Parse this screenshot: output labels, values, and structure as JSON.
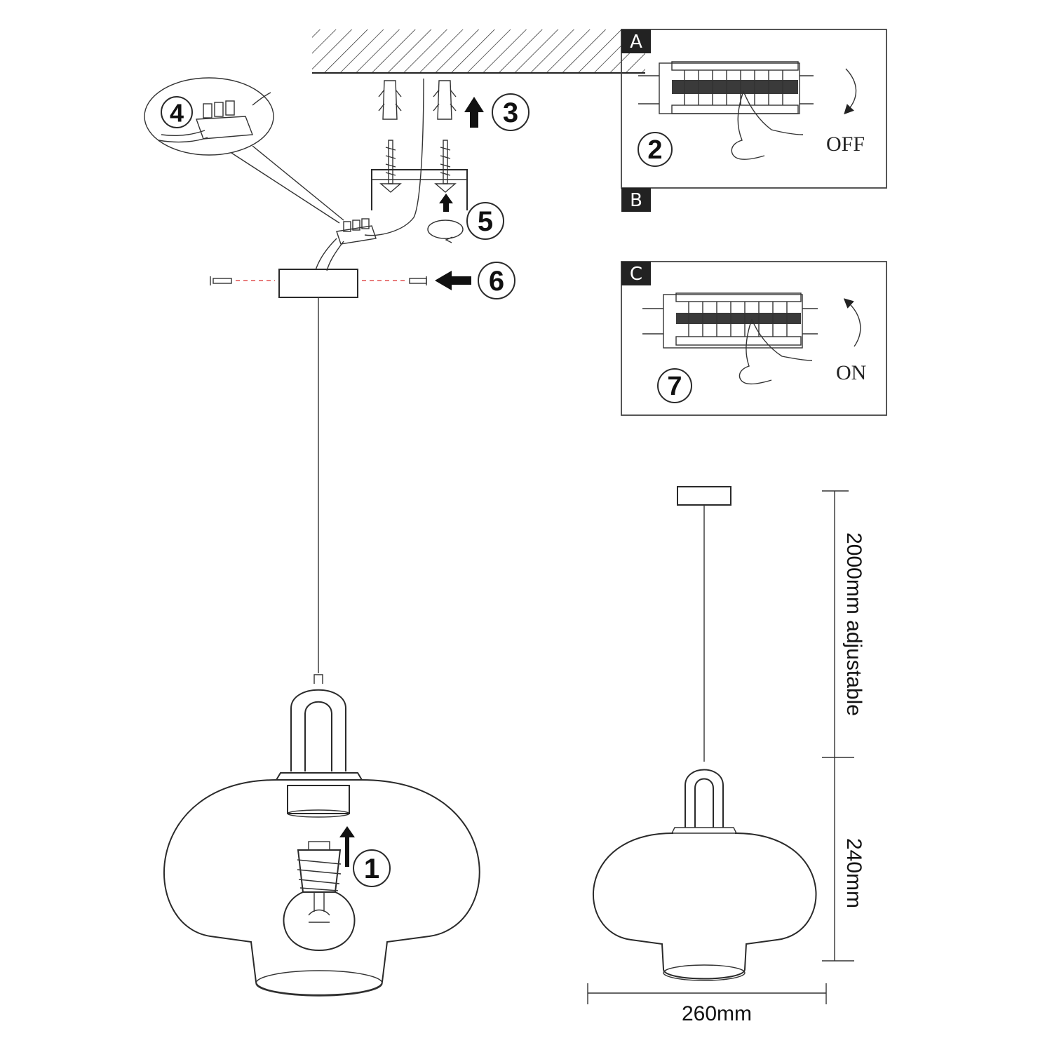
{
  "steps": {
    "s1": "1",
    "s2": "2",
    "s3": "3",
    "s4": "4",
    "s5": "5",
    "s6": "6",
    "s7": "7"
  },
  "panels": {
    "a": {
      "tag": "A",
      "state_label": "OFF"
    },
    "b": {
      "tag": "B"
    },
    "c": {
      "tag": "C",
      "state_label": "ON"
    }
  },
  "dimensions": {
    "cable_length": "2000mm adjustable",
    "shade_height": "240mm",
    "shade_width": "260mm"
  },
  "colors": {
    "line": "#2a2a2a",
    "dashed_guide": "#e05050",
    "tag_bg": "#222222"
  }
}
